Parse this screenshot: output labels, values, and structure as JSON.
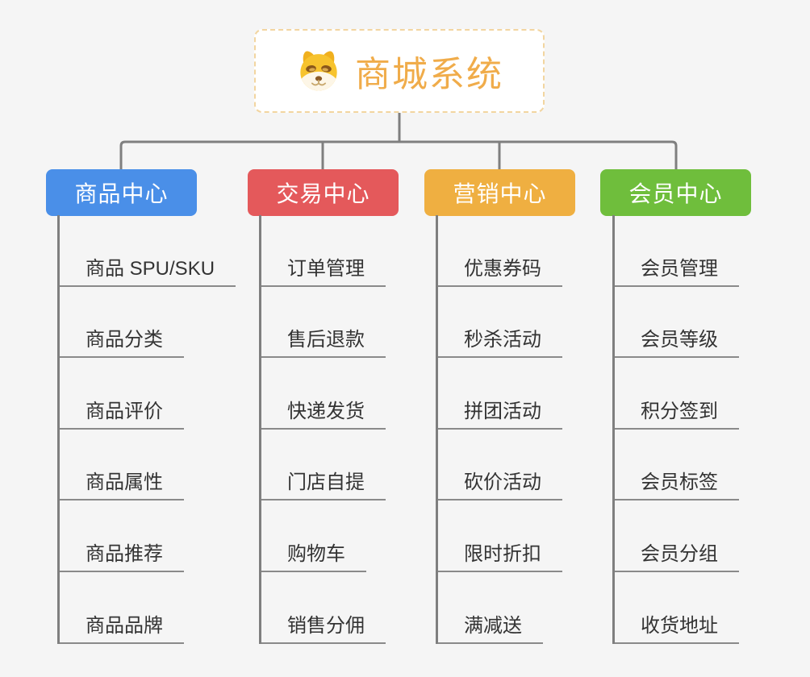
{
  "root": {
    "title": "商城系统",
    "icon": "dog-face-icon",
    "title_color": "#f0ac4a",
    "border_color": "#f2d5a0"
  },
  "branches": [
    {
      "label": "商品中心",
      "color": "#4a8fe8",
      "children": [
        "商品 SPU/SKU",
        "商品分类",
        "商品评价",
        "商品属性",
        "商品推荐",
        "商品品牌"
      ]
    },
    {
      "label": "交易中心",
      "color": "#e4595b",
      "children": [
        "订单管理",
        "售后退款",
        "快递发货",
        "门店自提",
        "购物车",
        "销售分佣"
      ]
    },
    {
      "label": "营销中心",
      "color": "#efaf41",
      "children": [
        "优惠券码",
        "秒杀活动",
        "拼团活动",
        "砍价活动",
        "限时折扣",
        "满减送"
      ]
    },
    {
      "label": "会员中心",
      "color": "#6fbe3c",
      "children": [
        "会员管理",
        "会员等级",
        "积分签到",
        "会员标签",
        "会员分组",
        "收货地址"
      ]
    }
  ],
  "connector_color": "#7f7f7f",
  "background_color": "#f5f5f5"
}
